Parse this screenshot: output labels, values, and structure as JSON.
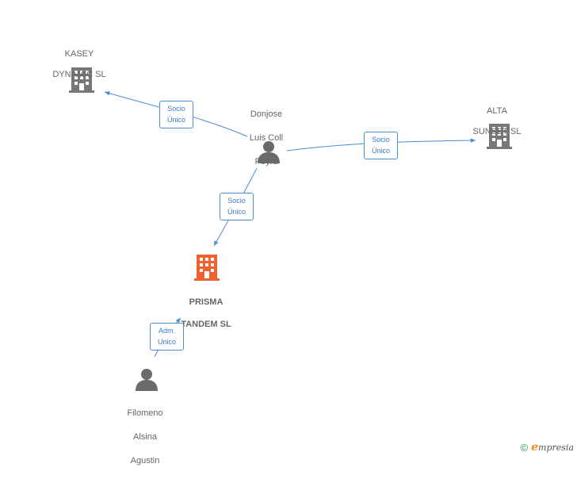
{
  "nodes": {
    "kasey": {
      "label_line1": "KASEY",
      "label_line2": "DYNAMIC SL"
    },
    "alta": {
      "label_line1": "ALTA",
      "label_line2": "SUNSET SL"
    },
    "donjose": {
      "label_line1": "Donjose",
      "label_line2": "Luis Coll",
      "label_line3": "Peyra"
    },
    "prisma": {
      "label_line1": "PRISMA",
      "label_line2": "TANDEM SL"
    },
    "filomeno": {
      "label_line1": "Filomeno",
      "label_line2": "Alsina",
      "label_line3": "Agustin"
    }
  },
  "edges": {
    "to_kasey": {
      "line1": "Socio",
      "line2": "Único"
    },
    "to_alta": {
      "line1": "Socio",
      "line2": "Único"
    },
    "to_prisma": {
      "line1": "Socio",
      "line2": "Único"
    },
    "filomeno_to_prisma": {
      "line1": "Adm.",
      "line2": "Unico"
    }
  },
  "footer": {
    "copyright": "©",
    "brand_first": "e",
    "brand_rest": "mpresia"
  },
  "colors": {
    "edge": "#4a8fd6",
    "company": "#777777",
    "main_company": "#f0622f",
    "person": "#6b6b6b"
  }
}
